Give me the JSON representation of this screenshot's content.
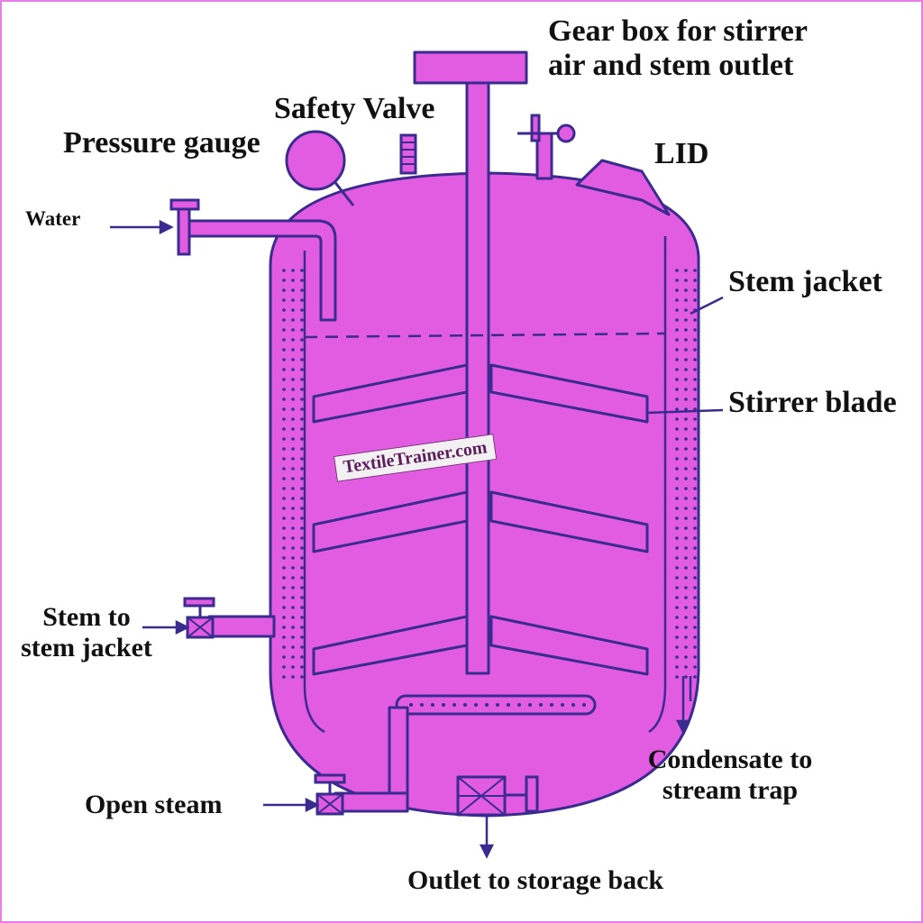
{
  "colors": {
    "vessel": "#e25ce2",
    "outline": "#3b2a8f",
    "frame": "#e87ce8",
    "text": "#111111"
  },
  "labels": {
    "gearbox": [
      "Gear box for stirrer",
      "air and stem outlet"
    ],
    "safety_valve": "Safety Valve",
    "pressure_gauge": "Pressure gauge",
    "lid": "LID",
    "water": "Water",
    "stem_jacket": "Stem jacket",
    "stirrer_blade": "Stirrer blade",
    "stem_to_jacket": [
      "Stem to",
      "stem jacket"
    ],
    "condensate": [
      "Condensate to",
      "stream trap"
    ],
    "open_steam": "Open steam",
    "outlet": "Outlet to storage back"
  },
  "watermark": "TextileTrainer.com"
}
